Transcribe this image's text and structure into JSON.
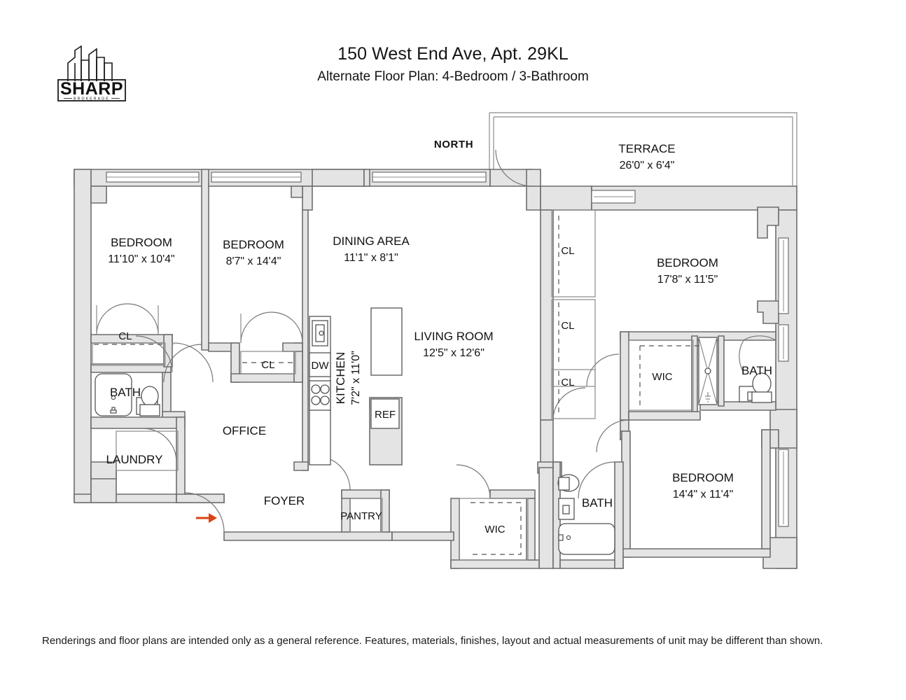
{
  "brand": {
    "name": "SHARP",
    "tagline": "BROKERAGE",
    "logo_icon": "skyline-logo-icon"
  },
  "header": {
    "title": "150 West End Ave, Apt. 29KL",
    "subtitle": "Alternate Floor Plan:  4-Bedroom / 3-Bathroom"
  },
  "compass": {
    "label": "NORTH"
  },
  "colors": {
    "wall_fill": "#e4e4e4",
    "wall_stroke": "#6d6d6d",
    "room_fill": "#ffffff",
    "text": "#121212",
    "entry_arrow": "#d94413"
  },
  "rooms": [
    {
      "id": "bedroom-1",
      "name": "BEDROOM",
      "dimensions": "11'10\" x 10'4\""
    },
    {
      "id": "bedroom-2",
      "name": "BEDROOM",
      "dimensions": "8'7\" x 14'4\""
    },
    {
      "id": "dining-area",
      "name": "DINING AREA",
      "dimensions": "11'1\" x 8'1\""
    },
    {
      "id": "living-room",
      "name": "LIVING ROOM",
      "dimensions": "12'5\" x 12'6\""
    },
    {
      "id": "kitchen",
      "name": "KITCHEN",
      "dimensions": "7'2\" x 11'0\""
    },
    {
      "id": "terrace",
      "name": "TERRACE",
      "dimensions": "26'0\" x 6'4\""
    },
    {
      "id": "bedroom-3",
      "name": "BEDROOM",
      "dimensions": "17'8\" x 11'5\""
    },
    {
      "id": "bedroom-4",
      "name": "BEDROOM",
      "dimensions": "14'4\" x 11'4\""
    },
    {
      "id": "office",
      "name": "OFFICE",
      "dimensions": ""
    },
    {
      "id": "laundry",
      "name": "LAUNDRY",
      "dimensions": ""
    },
    {
      "id": "foyer",
      "name": "FOYER",
      "dimensions": ""
    },
    {
      "id": "pantry",
      "name": "PANTRY",
      "dimensions": ""
    },
    {
      "id": "bath-1",
      "name": "BATH",
      "dimensions": ""
    },
    {
      "id": "bath-2",
      "name": "BATH",
      "dimensions": ""
    },
    {
      "id": "bath-3",
      "name": "BATH",
      "dimensions": ""
    },
    {
      "id": "wic-1",
      "name": "WIC",
      "dimensions": ""
    },
    {
      "id": "wic-2",
      "name": "WIC",
      "dimensions": ""
    },
    {
      "id": "closet-1",
      "name": "CL",
      "dimensions": ""
    },
    {
      "id": "closet-2",
      "name": "CL",
      "dimensions": ""
    },
    {
      "id": "closet-3",
      "name": "CL",
      "dimensions": ""
    },
    {
      "id": "closet-4",
      "name": "CL",
      "dimensions": ""
    },
    {
      "id": "closet-5",
      "name": "CL",
      "dimensions": ""
    }
  ],
  "appliances": {
    "dishwasher": "DW",
    "refrigerator": "REF"
  },
  "footer": {
    "disclaimer": "Renderings and floor plans are intended only as a general reference. Features, materials, finishes, layout and actual measurements of unit may be different than shown."
  }
}
